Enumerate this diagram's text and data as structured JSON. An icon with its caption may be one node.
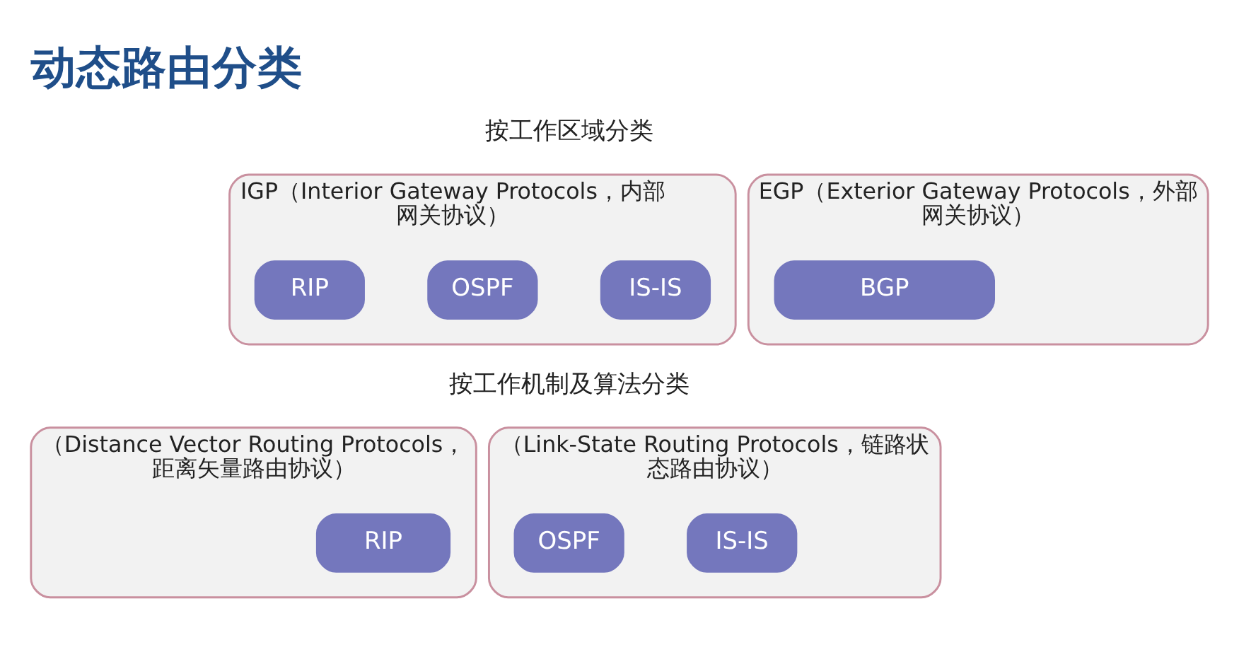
{
  "diagram": {
    "title": "动态路由分类",
    "nodes": [
      {
        "text": [
          "IGP（Interior Gateway Protocols，内部网关协议）"
        ]
      },
      {
        "text": [
          "RIP"
        ],
        "in": 0
      },
      {
        "text": [
          "OSPF"
        ],
        "in": 0
      },
      {
        "text": [
          "IS-IS"
        ],
        "in": 0
      },
      {
        "text": [
          "EGP（Exterior Gateway Protocols，外部网关协议）"
        ]
      },
      {
        "text": [
          "BGP"
        ],
        "in": 4
      },
      {
        "text": [
          "（Distance Vector Routing Protocols，距离矢量路由协议）"
        ]
      },
      {
        "text": [
          "RIP"
        ],
        "in": 6
      },
      {
        "text": [
          "（Link-State Routing Protocols，链路状态路由协议）"
        ]
      },
      {
        "text": [
          "OSPF"
        ],
        "in": 8
      },
      {
        "text": [
          "IS-IS"
        ],
        "in": 8
      }
    ],
    "labels": [
      "按工作区域分类",
      "按工作机制及算法分类"
    ]
  }
}
